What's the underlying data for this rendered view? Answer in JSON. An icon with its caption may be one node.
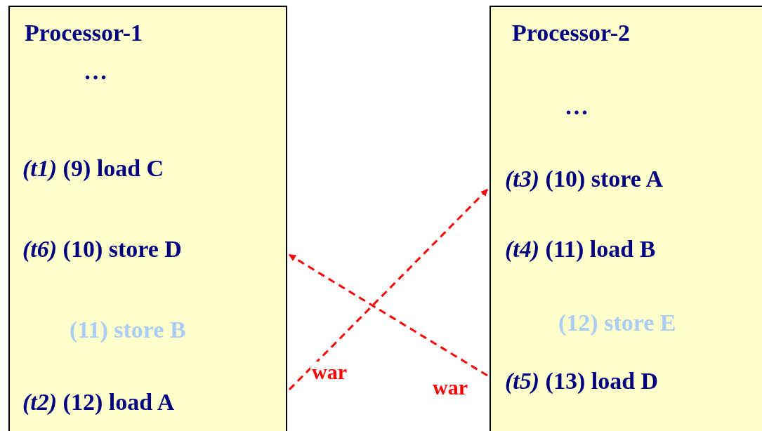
{
  "diagram": {
    "nodes": [
      {
        "text": [
          "Processor-1"
        ]
      },
      {
        "text": [
          "…"
        ],
        "in": 0
      },
      {
        "text": [
          "*(t1)* (9) load C"
        ],
        "in": 0
      },
      {
        "text": [
          "*(t6)* (10) store D"
        ],
        "in": 0
      },
      {
        "text": [
          "(11) store B"
        ],
        "in": 0
      },
      {
        "text": [
          "*(t2)* (12) load A"
        ],
        "in": 0
      },
      {
        "text": [
          "Processor-2"
        ]
      },
      {
        "text": [
          "…"
        ],
        "in": 6
      },
      {
        "text": [
          "*(t3)* (10) store A"
        ],
        "in": 6
      },
      {
        "text": [
          "*(t4)* (11) load B"
        ],
        "in": 6
      },
      {
        "text": [
          "(12) store E"
        ],
        "in": 6
      },
      {
        "text": [
          "*(t5)* (13) load D"
        ],
        "in": 6
      }
    ],
    "edges": [
      {
        "from": 0,
        "to": 6,
        "arrow": "to",
        "label": "war",
        "style": "dashed"
      },
      {
        "from": 6,
        "to": 0,
        "arrow": "to",
        "label": "war",
        "style": "dashed"
      }
    ]
  }
}
